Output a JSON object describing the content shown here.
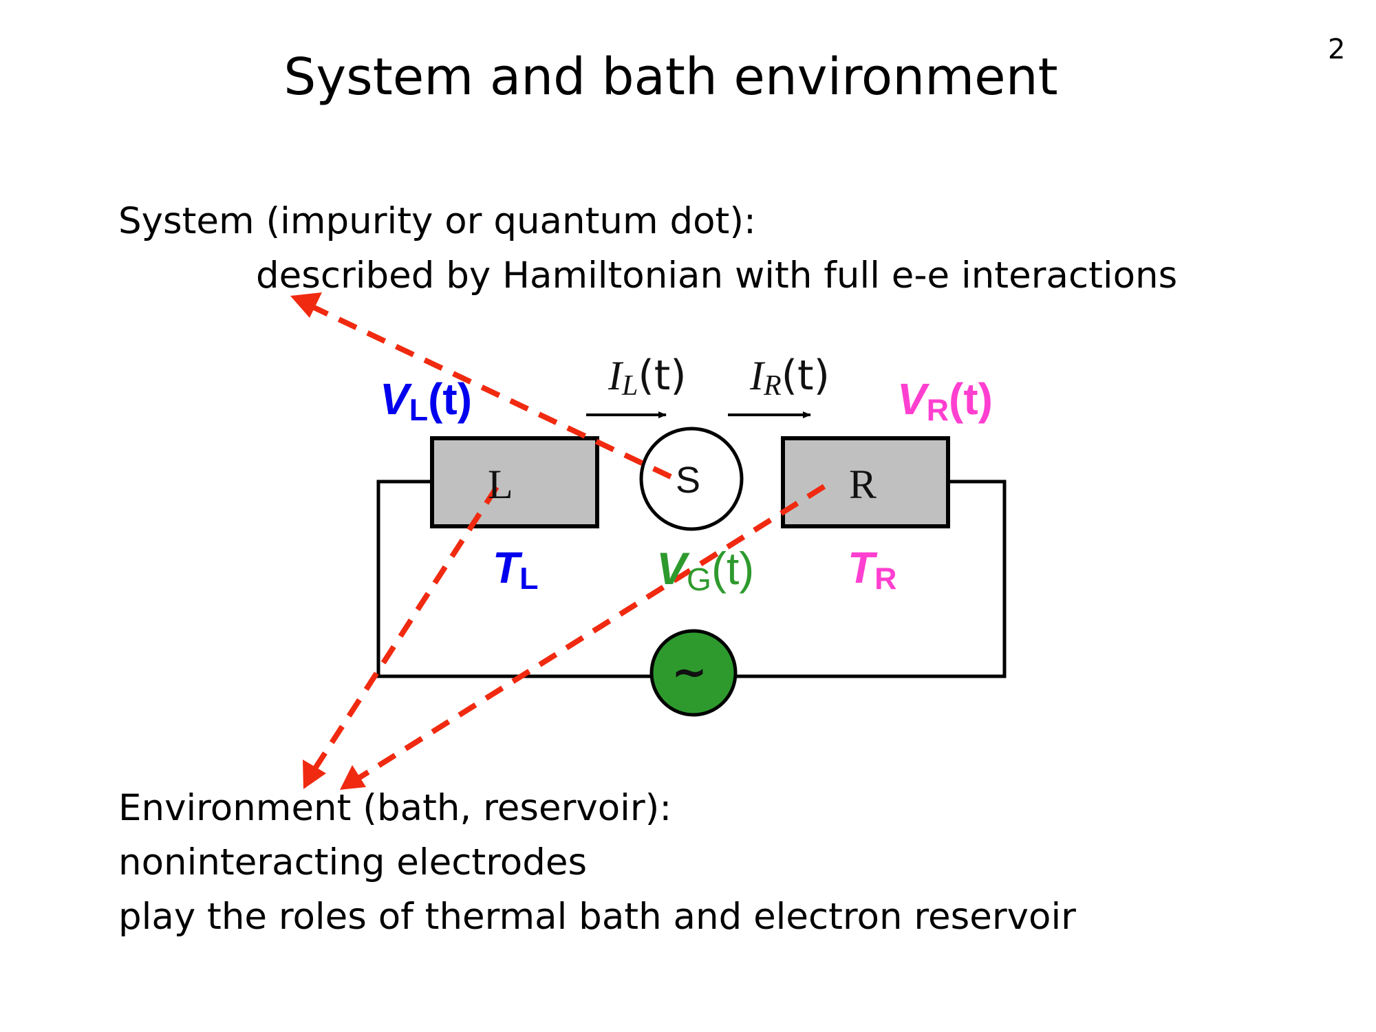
{
  "slide": {
    "title": "System and bath environment",
    "page_number": "2"
  },
  "system": {
    "heading": "System (impurity or quantum dot):",
    "description": "described by Hamiltonian with full e-e interactions"
  },
  "environment": {
    "heading": "Environment (bath, reservoir):",
    "line1": "noninteracting electrodes",
    "line2": "play the roles of thermal bath and electron reservoir"
  },
  "circuit": {
    "left_box_label": "L",
    "right_box_label": "R",
    "dot_label": "S",
    "source_symbol": "~",
    "left_voltage": {
      "main": "V",
      "sub": "L",
      "tail": "(t)"
    },
    "right_voltage": {
      "main": "V",
      "sub": "R",
      "tail": "(t)"
    },
    "left_temperature": {
      "main": "T",
      "sub": "L"
    },
    "right_temperature": {
      "main": "T",
      "sub": "R"
    },
    "gate_voltage": {
      "main": "V",
      "sub": "G",
      "tail": "(t)"
    },
    "left_current": {
      "main": "I",
      "sub": "L",
      "tail": "(t)"
    },
    "right_current": {
      "main": "I",
      "sub": "R",
      "tail": "(t)"
    }
  },
  "colors": {
    "left_electrode": "#0000ee",
    "right_electrode": "#ff3fd0",
    "gate": "#2e9a2e",
    "source_fill": "#2e9a2e",
    "electrode_fill": "#c0c0c0",
    "pointer_arrows": "#f02a10"
  }
}
